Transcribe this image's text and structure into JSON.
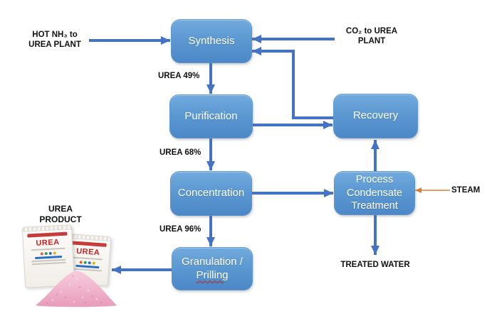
{
  "diagram": {
    "nodes": {
      "synthesis": "Synthesis",
      "purification": "Purification",
      "concentration": "Concentration",
      "granulation_line1": "Granulation /",
      "granulation_line2": "Prilling",
      "recovery": "Recovery",
      "pct_line1": "Process",
      "pct_line2": "Condensate",
      "pct_line3": "Treatment"
    },
    "inputs": {
      "nh3_line1": "HOT NH₃ to",
      "nh3_line2": "UREA PLANT",
      "co2_line1": "CO₂ to UREA",
      "co2_line2": "PLANT",
      "steam": "STEAM"
    },
    "streams": {
      "urea49": "UREA 49%",
      "urea68": "UREA 68%",
      "urea96": "UREA 96%",
      "treated_water": "TREATED WATER"
    },
    "product": {
      "label_line1": "UREA",
      "label_line2": "PRODUCT",
      "bag_label": "UREA"
    },
    "colors": {
      "node_fill_top": "#71AADD",
      "node_fill_bottom": "#4C88C7",
      "arrow_blue": "#4472C4",
      "arrow_orange": "#D97E38",
      "granule_pink": "#F2AFC8",
      "label_text": "#111111",
      "misspell_underline": "#CC2222"
    }
  }
}
